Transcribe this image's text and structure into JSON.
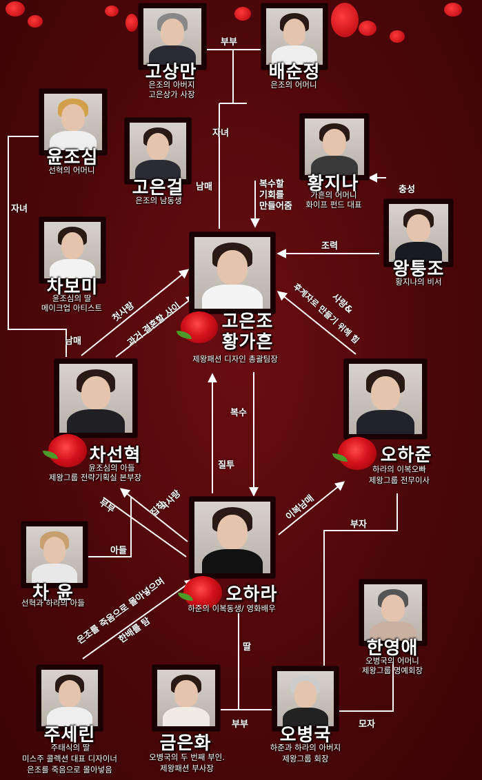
{
  "colors": {
    "line": "#ffffff",
    "background": "#4d070a",
    "rose": "#d4111b"
  },
  "people": {
    "go_sangman": {
      "name": "고상만",
      "desc": [
        "은조의 아버지",
        "고은상가 사장"
      ]
    },
    "bae_sunjeong": {
      "name": "배순정",
      "desc": [
        "은조의 어머니"
      ]
    },
    "yun_josim": {
      "name": "윤조심",
      "desc": [
        "선혁의 어머니"
      ]
    },
    "go_eungeol": {
      "name": "고은걸",
      "desc": [
        "은조의 남동생"
      ]
    },
    "hwang_jina": {
      "name": "황지나",
      "desc": [
        "가흔의 어머니",
        "화이프 펀드 대표"
      ]
    },
    "cha_bomi": {
      "name": "차보미",
      "desc": [
        "윤조심의 딸",
        "메이크업 아티스트"
      ]
    },
    "hwang_tungjo": {
      "name": "왕퉁조",
      "desc": [
        "황지나의 비서"
      ]
    },
    "go_eunjo": {
      "name": "고은조",
      "name2": "황가흔",
      "desc": [
        "제왕패션 디자인 총괄팀장"
      ]
    },
    "cha_seonhyeok": {
      "name": "차선혁",
      "desc": [
        "윤조심의 아들",
        "제왕그룹 전략기획실 본부장"
      ]
    },
    "o_hajun": {
      "name": "오하준",
      "desc": [
        "하라의 이복오빠",
        "제왕그룹 전무이사"
      ]
    },
    "o_hara": {
      "name": "오하라",
      "desc": [
        "하준의 이복동생/ 영화배우"
      ]
    },
    "cha_yun": {
      "name": "차 윤",
      "desc": [
        "선혁과 하라의 아들"
      ]
    },
    "han_yeongae": {
      "name": "한영애",
      "desc": [
        "오병국의 어머니",
        "제왕그룹 명예회장"
      ]
    },
    "ju_serin": {
      "name": "주세린",
      "desc": [
        "주태식의 딸",
        "미스주 콜렉션 대표 디자이너",
        "은조를 죽음으로 몰아넣음"
      ]
    },
    "geum_eunhwa": {
      "name": "금은화",
      "desc": [
        "오병국의 두 번째 부인.",
        "제왕패션 부사장"
      ]
    },
    "o_byeongguk": {
      "name": "오병국",
      "desc": [
        "하준과 하라의 아버지",
        "제왕그룹 회장"
      ]
    }
  },
  "relations": {
    "bubu_top": "부부",
    "janyeo_top": "자녀",
    "nammae_top": "남매",
    "janyeo_left": "자녀",
    "boksu_plan": [
      "복수할",
      "기회를",
      "만들어줌"
    ],
    "chungseong": "충성",
    "joryeok": "조력",
    "first_love": "첫사랑",
    "past_marry": "과거 결혼할 사이",
    "love_regret": [
      "사랑&",
      "후계자로 만들기 위해 힘"
    ],
    "nammae_left": "남매",
    "boksu": "복수",
    "jiltu": "질투",
    "first_love_ex": [
      "짝사랑",
      "집착"
    ],
    "ibok_nammae": "이복남매",
    "bubu_mid": "부부",
    "adeul": "아들",
    "buja": "부자",
    "plot": [
      "은조를 죽음으로 몰아넣으며",
      "한배를 탐"
    ],
    "ttal": "딸",
    "bubu_bottom": "부부",
    "moja": "모자"
  }
}
